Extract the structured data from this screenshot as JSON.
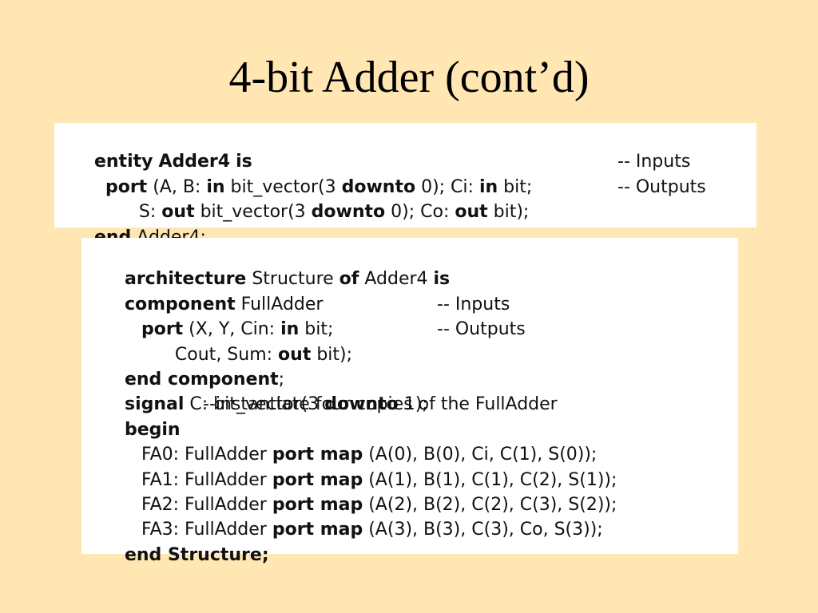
{
  "slide": {
    "title": "4-bit Adder (cont’d)"
  },
  "entity": {
    "line1": {
      "kw1": "entity",
      "sp1": " ",
      "kw2": "Adder4",
      "sp2": " ",
      "kw3": "is"
    },
    "line2": {
      "indent": "  ",
      "kw1": "port",
      "t1": " (A, B: ",
      "kw2": "in",
      "t2": " bit_vector(3 ",
      "kw3": "downto",
      "t3": " 0); Ci: ",
      "kw4": "in",
      "t4": " bit;",
      "comment": "-- Inputs"
    },
    "line3": {
      "indent": "        ",
      "t1": "S: ",
      "kw1": "out",
      "t2": " bit_vector(3 ",
      "kw2": "downto",
      "t3": " 0); Co: ",
      "kw3": "out",
      "t4": " bit);",
      "comment": "-- Outputs"
    },
    "line4": {
      "kw1": "end",
      "t1": " Adder4;"
    }
  },
  "architecture": {
    "line1": {
      "kw1": "architecture",
      "t1": " Structure ",
      "kw2": "of",
      "t2": " Adder4 ",
      "kw3": "is"
    },
    "line2": {
      "kw1": "component",
      "t1": " FullAdder"
    },
    "line3": {
      "indent": "   ",
      "kw1": "port",
      "t1": " (X, Y, Cin: ",
      "kw2": "in",
      "t2": " bit;",
      "comment": "-- Inputs"
    },
    "line4": {
      "indent": "         ",
      "t1": "Cout, Sum: ",
      "kw1": "out",
      "t2": " bit);",
      "comment": "-- Outputs"
    },
    "line5": {
      "kw1": "end component",
      "t1": ";"
    },
    "line6": {
      "kw1": "signal",
      "t1": " C: bit_vector(3 ",
      "kw2": "downto",
      "t2": " 1);"
    },
    "line7": {
      "kw1": "begin",
      "comment": "--instantiate four copies of the FullAdder"
    },
    "line8": {
      "indent": "   ",
      "t1": "FA0: FullAdder ",
      "kw1": "port map",
      "t2": " (A(0), B(0), Ci, C(1), S(0));"
    },
    "line9": {
      "indent": "   ",
      "t1": "FA1: FullAdder ",
      "kw1": "port map",
      "t2": " (A(1), B(1), C(1), C(2), S(1));"
    },
    "line10": {
      "indent": "   ",
      "t1": "FA2: FullAdder ",
      "kw1": "port map",
      "t2": " (A(2), B(2), C(2), C(3), S(2));"
    },
    "line11": {
      "indent": "   ",
      "t1": "FA3: FullAdder ",
      "kw1": "port map",
      "t2": " (A(3), B(3), C(3), Co, S(3));"
    },
    "line12": {
      "kw1": "end Structure;"
    }
  }
}
